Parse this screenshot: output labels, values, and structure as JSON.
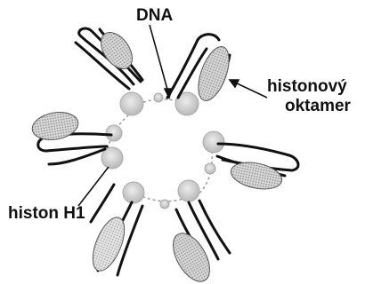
{
  "labels": {
    "dna": "DNA",
    "histone_octamer_line1": "histonový",
    "histone_octamer_line2": "oktamer",
    "histone_h1": "histon H1"
  },
  "colors": {
    "line": "#111111",
    "octamer_fill": "#c9c9c9",
    "h1_fill": "#d3d3d3"
  }
}
